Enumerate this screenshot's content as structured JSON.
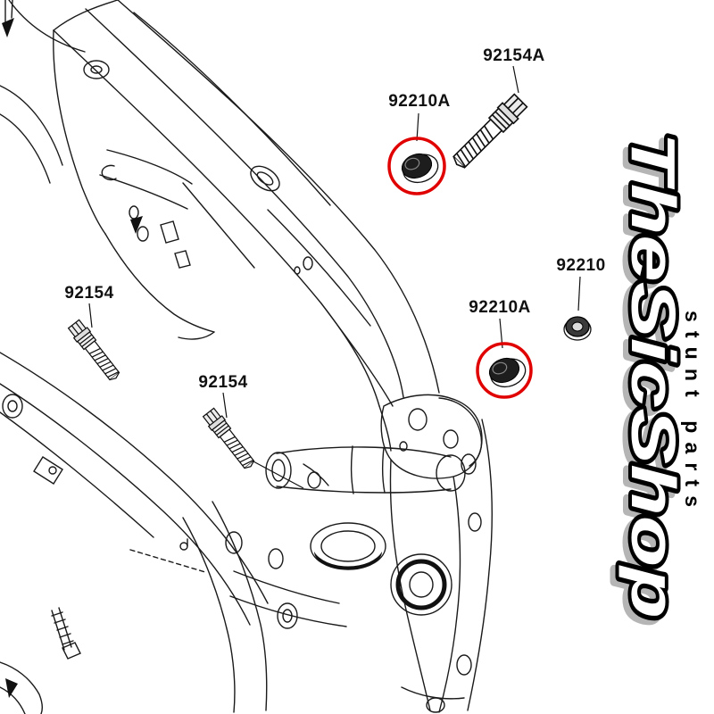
{
  "parts": {
    "labels": [
      {
        "text": "92154"
      },
      {
        "text": "92154"
      },
      {
        "text": "92154A"
      },
      {
        "text": "92210A"
      },
      {
        "text": "92210A"
      },
      {
        "text": "92210"
      }
    ]
  },
  "logo": {
    "main": "TheSicShop",
    "sub": "stunt parts"
  },
  "colors": {
    "highlight": "#e10000",
    "ink": "#1a1a1a"
  }
}
